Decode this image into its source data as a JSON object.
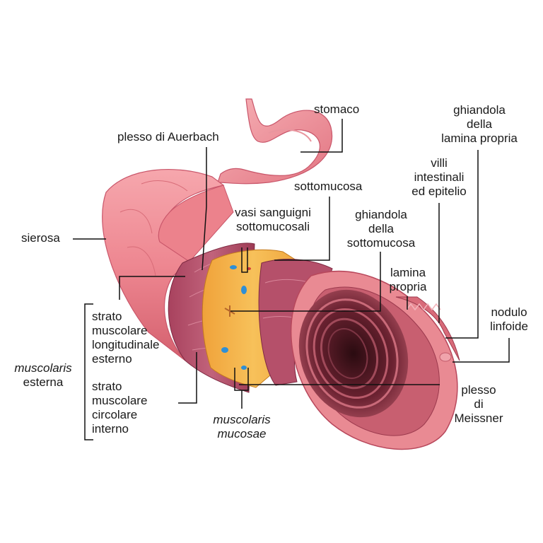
{
  "labels": {
    "stomaco": "stomaco",
    "ghiandola_lamina_propria": [
      "ghiandola",
      "della",
      "lamina propria"
    ],
    "plesso_auerbach": "plesso di Auerbach",
    "villi": [
      "villi",
      "intestinali",
      "ed epitelio"
    ],
    "sottomucosa": "sottomucosa",
    "vasi_sanguigni": [
      "vasi sanguigni",
      "sottomucosali"
    ],
    "ghiandola_sottomucosa": [
      "ghiandola",
      "della",
      "sottomucosa"
    ],
    "sierosa": "sierosa",
    "lamina_propria": [
      "lamina",
      "propria"
    ],
    "nodulo_linfoide": [
      "nodulo",
      "linfoide"
    ],
    "strato_longitudinale": [
      "strato",
      "muscolare",
      "longitudinale",
      "esterno"
    ],
    "muscolaris_esterna": [
      "muscolaris",
      "esterna"
    ],
    "strato_circolare": [
      "strato",
      "muscolare",
      "circolare",
      "interno"
    ],
    "plesso_meissner": [
      "plesso",
      "di",
      "Meissner"
    ],
    "muscolaris_mucosae": [
      "muscolaris",
      "mucosae"
    ]
  },
  "colors": {
    "serosa": "#ef8c94",
    "muscle": "#b6506a",
    "submucosa": "#f5b041",
    "mucosa": "#e07a84",
    "lumen": "#4a1720",
    "vessel": "#2f8fd6",
    "leader": "#111111"
  }
}
